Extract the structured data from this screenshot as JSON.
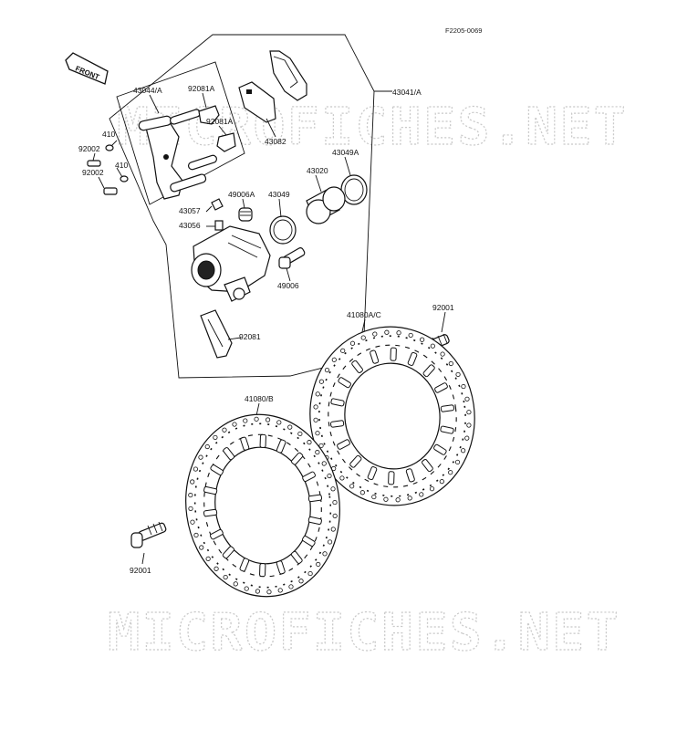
{
  "diagram_code": "F2205-0069",
  "front_label": "FRONT",
  "watermark": "MICROFICHES.NET",
  "parts": {
    "p43041a": "43041/A",
    "p43044a": "43044/A",
    "p92081a_1": "92081A",
    "p92081a_2": "92081A",
    "p43082": "43082",
    "p410_1": "410",
    "p410_2": "410",
    "p92002_1": "92002",
    "p92002_2": "92002",
    "p43049a": "43049A",
    "p43020": "43020",
    "p49006a": "49006A",
    "p43049": "43049",
    "p43057": "43057",
    "p43056": "43056",
    "p49006": "49006",
    "p92081": "92081",
    "p92001_1": "92001",
    "p41080ac": "41080A/C",
    "p41080b": "41080/B",
    "p92001_2": "92001"
  }
}
